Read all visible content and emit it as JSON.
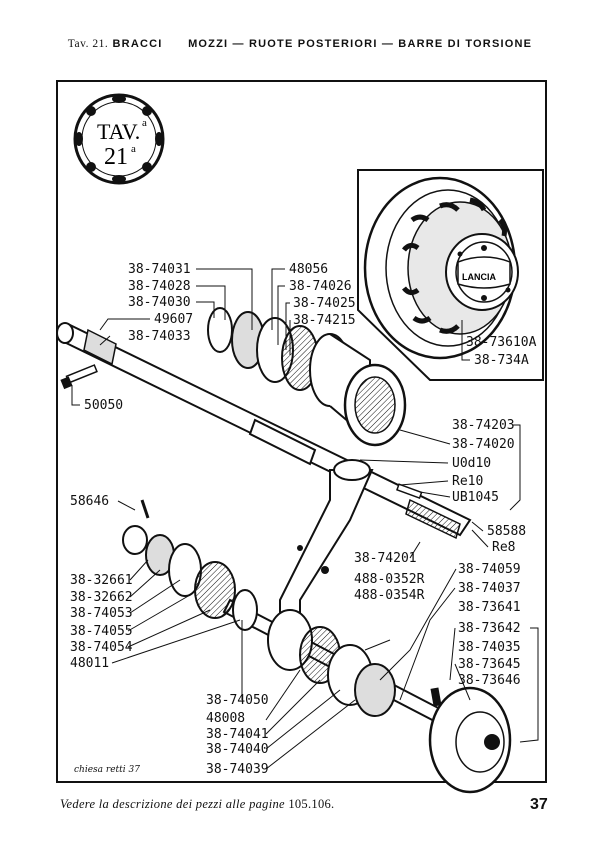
{
  "header": {
    "tav": "Tav. 21.",
    "section": "BRACCI",
    "title": "MOZZI — RUOTE POSTERIORI — BARRE DI TORSIONE"
  },
  "badge": {
    "line1": "TAV.",
    "sup1": "a",
    "line2": "21",
    "sup2": "a"
  },
  "inset": {
    "brand": "LANCIA"
  },
  "parts": {
    "p1": "38-74031",
    "p2": "38-74028",
    "p3": "38-74030",
    "p4": "49607",
    "p5": "38-74033",
    "p6": "48056",
    "p7": "38-74026",
    "p8": "38-74025",
    "p9": "38-74215",
    "p10": "38-73610A",
    "p11": "38-734A",
    "p12": "50050",
    "p13": "38-74203",
    "p14": "38-74020",
    "p15": "U0d10",
    "p16": "Re10",
    "p17": "UB1045",
    "p18": "58646",
    "p19": "58588",
    "p20": "Re8",
    "p21": "38-74201",
    "p22": "38-74059",
    "p23": "488-0352R",
    "p24": "488-0354R",
    "p25": "38-74037",
    "p26": "38-73641",
    "p27": "38-73642",
    "p28": "38-74035",
    "p29": "38-73645",
    "p30": "38-73646",
    "p31": "38-32661",
    "p32": "38-32662",
    "p33": "38-74053",
    "p34": "38-74055",
    "p35": "38-74054",
    "p36": "48011",
    "p37": "38-74050",
    "p38": "48008",
    "p39": "38-74041",
    "p40": "38-74040",
    "p41": "38-74039"
  },
  "signature": "chiesa retti 37",
  "footer": {
    "text": "Vedere la descrizione dei pezzi alle pagine",
    "pages": "105.106.",
    "page_number": "37"
  }
}
